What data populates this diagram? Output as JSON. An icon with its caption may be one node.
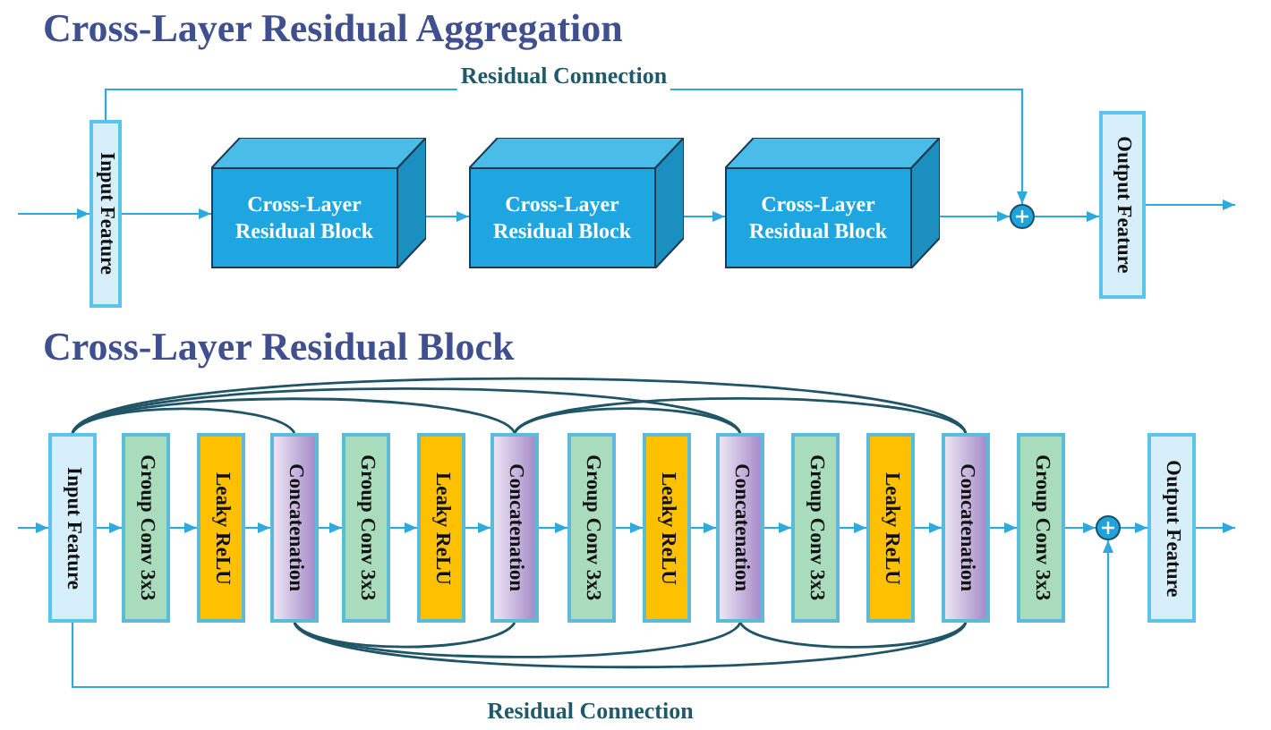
{
  "diagram": {
    "title": "Cross-Layer Residual Aggregation",
    "nodes": [
      {
        "text": [
          "Input Feature"
        ]
      },
      {
        "text": [
          "Cross-Layer Residual Block"
        ]
      },
      {
        "text": [
          "Cross-Layer Residual Block"
        ]
      },
      {
        "text": [
          "Cross-Layer Residual Block"
        ]
      },
      {
        "text": [],
        "shape": "circle"
      },
      {
        "text": [
          "Output Feature"
        ]
      },
      {
        "text": [
          "Input Feature"
        ]
      },
      {
        "text": [
          "Group Conv 3x3"
        ]
      },
      {
        "text": [
          "Leaky ReLU"
        ]
      },
      {
        "text": [
          "Concatenation"
        ]
      },
      {
        "text": [
          "Group Conv 3x3"
        ]
      },
      {
        "text": [
          "Leaky ReLU"
        ]
      },
      {
        "text": [
          "Concatenation"
        ]
      },
      {
        "text": [
          "Group Conv 3x3"
        ]
      },
      {
        "text": [
          "Leaky ReLU"
        ]
      },
      {
        "text": [
          "Concatenation"
        ]
      },
      {
        "text": [
          "Group Conv 3x3"
        ]
      },
      {
        "text": [
          "Leaky ReLU"
        ]
      },
      {
        "text": [
          "Concatenation"
        ]
      },
      {
        "text": [
          "Group Conv 3x3"
        ]
      },
      {
        "text": [],
        "shape": "circle"
      },
      {
        "text": [
          "Output Feature"
        ]
      }
    ],
    "edges": [
      {
        "from": null,
        "to": 0,
        "arrow": "to"
      },
      {
        "from": 0,
        "to": 1,
        "arrow": "to"
      },
      {
        "from": 1,
        "to": 2,
        "arrow": "to"
      },
      {
        "from": 2,
        "to": 3,
        "arrow": "to"
      },
      {
        "from": 3,
        "to": 4,
        "arrow": "to"
      },
      {
        "from": 4,
        "to": 5,
        "arrow": "to"
      },
      {
        "from": 5,
        "to": null,
        "arrow": "to"
      },
      {
        "from": 0,
        "to": 4,
        "arrow": "to",
        "label": "Residual Connection"
      },
      {
        "from": null,
        "to": 6,
        "arrow": "to"
      },
      {
        "from": 6,
        "to": 7,
        "arrow": "to"
      },
      {
        "from": 7,
        "to": 8,
        "arrow": "to"
      },
      {
        "from": 8,
        "to": 9,
        "arrow": "to"
      },
      {
        "from": 9,
        "to": 10,
        "arrow": "to"
      },
      {
        "from": 10,
        "to": 11,
        "arrow": "to"
      },
      {
        "from": 11,
        "to": 12,
        "arrow": "to"
      },
      {
        "from": 12,
        "to": 13,
        "arrow": "to"
      },
      {
        "from": 13,
        "to": 14,
        "arrow": "to"
      },
      {
        "from": 14,
        "to": 15,
        "arrow": "to"
      },
      {
        "from": 15,
        "to": 16,
        "arrow": "to"
      },
      {
        "from": 16,
        "to": 17,
        "arrow": "to"
      },
      {
        "from": 17,
        "to": 18,
        "arrow": "to"
      },
      {
        "from": 18,
        "to": 19,
        "arrow": "to"
      },
      {
        "from": 19,
        "to": 20,
        "arrow": "to"
      },
      {
        "from": 20,
        "to": 21,
        "arrow": "to"
      },
      {
        "from": 21,
        "to": null,
        "arrow": "to"
      },
      {
        "from": 6,
        "to": 20,
        "arrow": "to",
        "label": "Residual Connection"
      },
      {
        "from": 6,
        "to": 9,
        "arrow": "none",
        "color": "#1f5566"
      },
      {
        "from": 6,
        "to": 12,
        "arrow": "none",
        "color": "#1f5566"
      },
      {
        "from": 6,
        "to": 15,
        "arrow": "none",
        "color": "#1f5566"
      },
      {
        "from": 6,
        "to": 18,
        "arrow": "none",
        "color": "#1f5566"
      },
      {
        "from": 12,
        "to": 15,
        "arrow": "none",
        "color": "#1f5566"
      },
      {
        "from": 12,
        "to": 18,
        "arrow": "none",
        "color": "#1f5566"
      },
      {
        "from": 9,
        "to": 12,
        "arrow": "none",
        "color": "#1f5566"
      },
      {
        "from": 9,
        "to": 15,
        "arrow": "none",
        "color": "#1f5566"
      },
      {
        "from": 9,
        "to": 18,
        "arrow": "none",
        "color": "#1f5566"
      },
      {
        "from": 15,
        "to": 18,
        "arrow": "none",
        "color": "#1f5566"
      }
    ],
    "labels": [
      "Cross-Layer Residual Block"
    ]
  }
}
